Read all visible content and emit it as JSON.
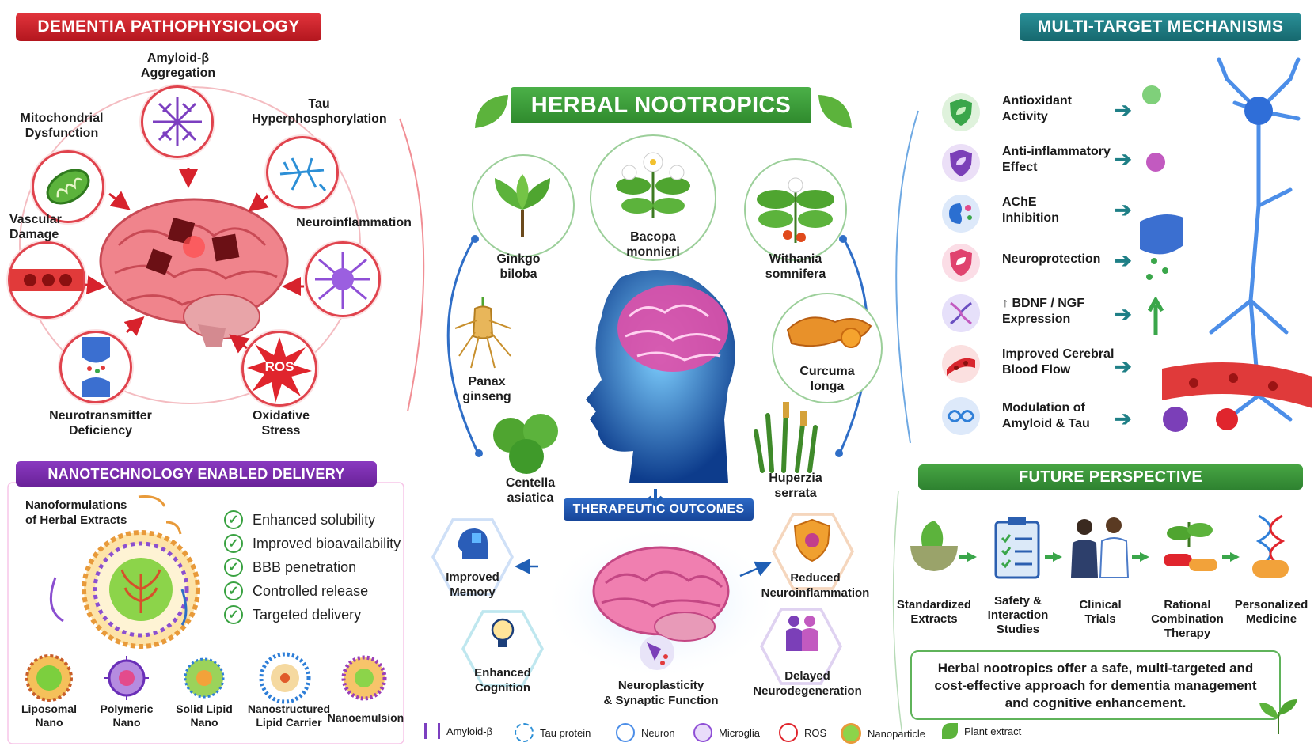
{
  "pathophysiology": {
    "title": "DEMENTIA PATHOPHYSIOLOGY",
    "amyloid": "Amyloid-β\nAggregation",
    "mitochondrial": "Mitochondrial\nDysfunction",
    "tau": "Tau\nHyperphosphorylation",
    "vascular": "Vascular\nDamage",
    "neuroinflammation": "Neuroinflammation",
    "neurotransmitter": "Neurotransmitter\nDeficiency",
    "oxidative": "Oxidative\nStress",
    "ros_badge": "ROS"
  },
  "herbal": {
    "title": "HERBAL NOOTROPICS",
    "herbs": [
      "Ginkgo\nbiloba",
      "Bacopa\nmonnieri",
      "Withania\nsomnifera",
      "Panax\nginseng",
      "Curcuma\nlonga",
      "Centella\nasiatica",
      "Huperzia\nserrata"
    ]
  },
  "mechanisms": {
    "title": "MULTI-TARGET MECHANISMS",
    "items": [
      {
        "label": "Antioxidant\nActivity",
        "icon": "antioxidant-shield-icon",
        "color": "#3aa64a"
      },
      {
        "label": "Anti-inflammatory\nEffect",
        "icon": "anti-inflammatory-shield-icon",
        "color": "#7b3fb8"
      },
      {
        "label": "AChE\nInhibition",
        "icon": "ache-enzyme-icon",
        "color": "#2b6fd1"
      },
      {
        "label": "Neuroprotection",
        "icon": "neuroprotection-shield-icon",
        "color": "#e0436e"
      },
      {
        "label": "↑ BDNF / NGF\nExpression",
        "icon": "dna-icon",
        "color": "#6a4fc1"
      },
      {
        "label": "Improved Cerebral\nBlood Flow",
        "icon": "blood-vessel-icon",
        "color": "#d8262e"
      },
      {
        "label": "Modulation of\nAmyloid & Tau",
        "icon": "amyloid-tau-icon",
        "color": "#2f7fd8"
      }
    ]
  },
  "nano": {
    "title": "NANOTECHNOLOGY ENABLED DELIVERY",
    "formulation_label": "Nanoformulations\nof Herbal Extracts",
    "benefits": [
      "Enhanced solubility",
      "Improved bioavailability",
      "BBB penetration",
      "Controlled release",
      "Targeted delivery"
    ],
    "carriers": [
      "Liposomal\nNano",
      "Polymeric\nNano",
      "Solid Lipid\nNano",
      "Nanostructured\nLipid Carrier",
      "Nanoemulsion"
    ]
  },
  "outcomes": {
    "title": "THERAPEUTIC OUTCOMES",
    "items": [
      "Improved\nMemory",
      "Enhanced\nCognition",
      "Neuroplasticity\n& Synaptic Function",
      "Reduced\nNeuroinflammation",
      "Delayed\nNeurodegeneration"
    ]
  },
  "future": {
    "title": "FUTURE PERSPECTIVE",
    "items": [
      "Standardized\nExtracts",
      "Safety &\nInteraction\nStudies",
      "Clinical\nTrials",
      "Rational\nCombination\nTherapy",
      "Personalized\nMedicine"
    ],
    "summary": "Herbal nootropics offer a safe, multi-targeted and cost-effective approach for dementia management and cognitive enhancement."
  },
  "legend": [
    "Amyloid-β",
    "Tau protein",
    "Neuron",
    "Microglia",
    "ROS",
    "Nanoparticle",
    "Plant extract"
  ],
  "colors": {
    "red": "#d7222c",
    "teal": "#1e7f86",
    "green": "#3e9a3a",
    "purple": "#7a2fa6",
    "blue": "#1f5fb5"
  }
}
